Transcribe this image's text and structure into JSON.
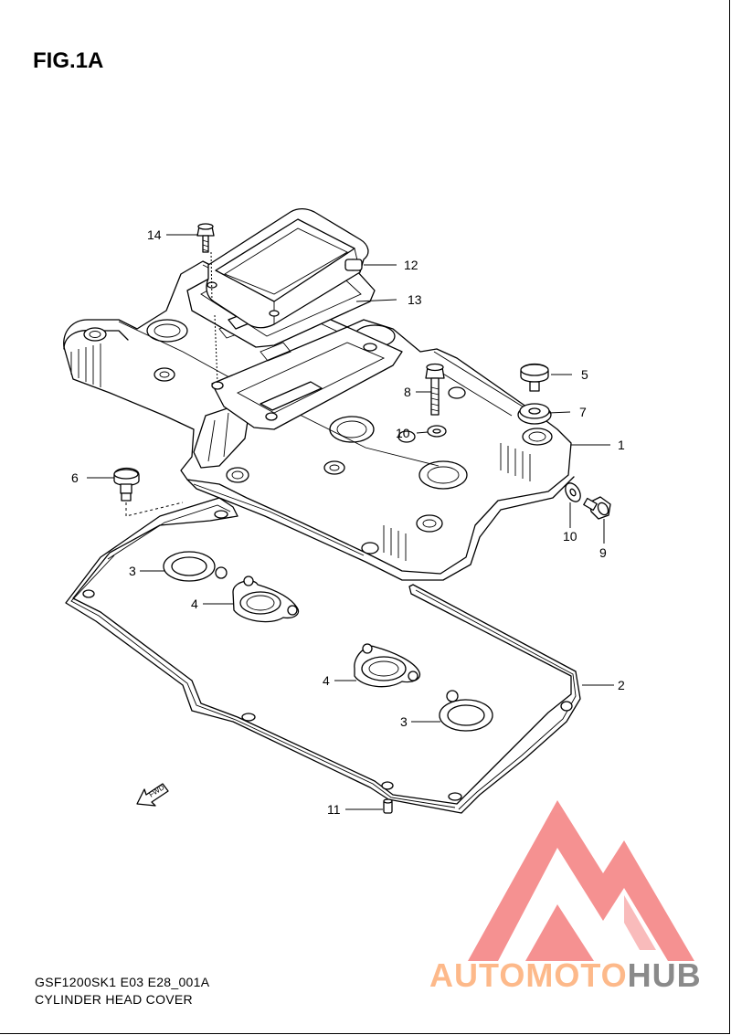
{
  "figure": {
    "title": "FIG.1A",
    "code": "GSF1200SK1 E03 E28_001A",
    "name": "CYLINDER HEAD COVER",
    "direction_label": "FWD"
  },
  "callouts": [
    "1",
    "2",
    "3",
    "3",
    "4",
    "4",
    "5",
    "6",
    "7",
    "8",
    "9",
    "10",
    "10",
    "11",
    "12",
    "13",
    "14"
  ],
  "watermark": {
    "text_a": "AUTOMOTO",
    "text_b": "HUB",
    "color_a": "#fdb98a",
    "color_b": "#8a8a8a",
    "logo_color": "#f26d6d"
  }
}
